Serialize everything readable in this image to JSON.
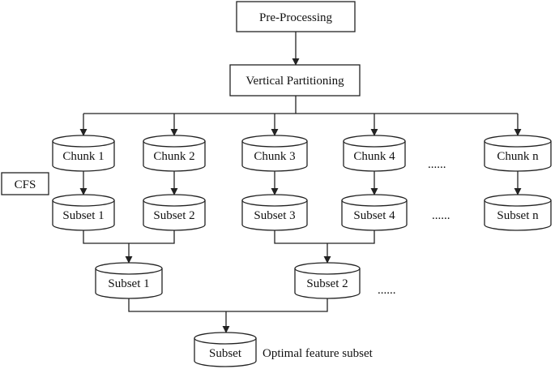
{
  "process": {
    "preprocessing": "Pre-Processing",
    "vertical_partitioning": "Vertical Partitioning",
    "cfs": "CFS"
  },
  "chunks": [
    "Chunk 1",
    "Chunk 2",
    "Chunk 3",
    "Chunk 4",
    "Chunk n"
  ],
  "chunk_ellipsis": "......",
  "subsets_level1": [
    "Subset 1",
    "Subset 2",
    "Subset 3",
    "Subset 4",
    "Subset n"
  ],
  "subset_level1_ellipsis": "......",
  "subsets_level2": [
    "Subset 1",
    "Subset 2"
  ],
  "subset_level2_ellipsis": "......",
  "final": {
    "subset": "Subset",
    "caption": "Optimal feature subset"
  },
  "colors": {
    "stroke": "#222222",
    "fill": "#ffffff",
    "text": "#111111"
  }
}
